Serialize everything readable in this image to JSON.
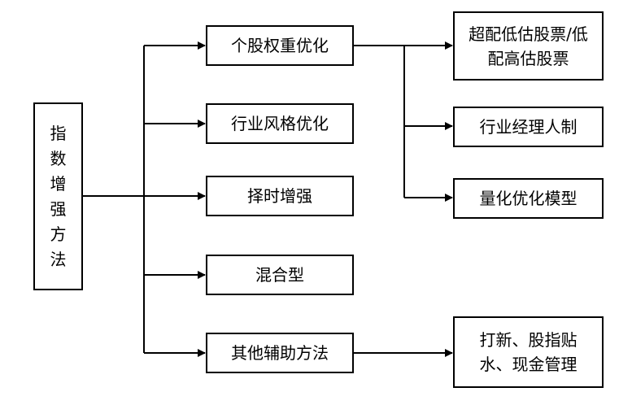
{
  "root": {
    "label": "指数增强方法"
  },
  "methods": [
    {
      "label": "个股权重优化"
    },
    {
      "label": "行业风格优化"
    },
    {
      "label": "择时增强"
    },
    {
      "label": "混合型"
    },
    {
      "label": "其他辅助方法"
    }
  ],
  "details": [
    {
      "label": "超配低估股票/低配高估股票"
    },
    {
      "label": "行业经理人制"
    },
    {
      "label": "量化优化模型"
    },
    {
      "label": "打新、股指贴水、现金管理"
    }
  ],
  "colors": {
    "line": "#000000",
    "box_border": "#000000",
    "background": "#ffffff"
  }
}
